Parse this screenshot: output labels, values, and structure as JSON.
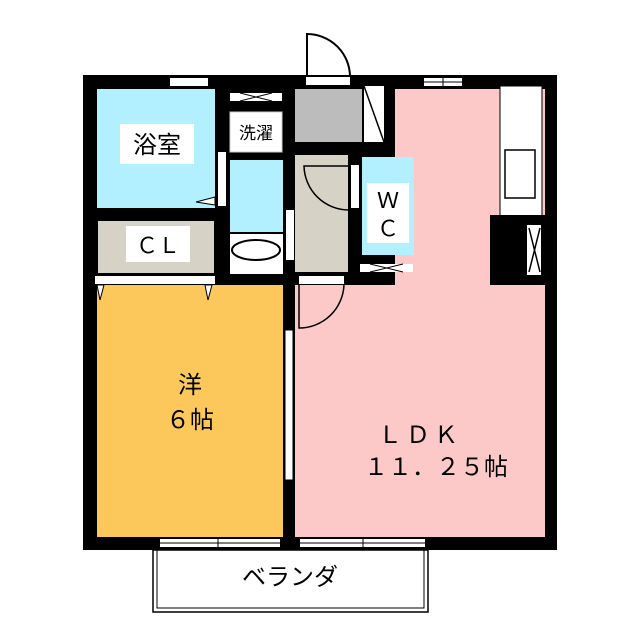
{
  "rooms": {
    "bath": {
      "label": "浴室",
      "color": "#b3f0ff"
    },
    "laundry": {
      "label": "洗濯"
    },
    "closet": {
      "label": "ＣＬ",
      "color": "#d6d3c6"
    },
    "wc": {
      "label_line1": "Ｗ",
      "label_line2": "Ｃ",
      "color": "#b3f0ff"
    },
    "western": {
      "label_line1": "洋",
      "label_line2": "６帖",
      "color": "#fcc85c"
    },
    "ldk": {
      "label_line1": "ＬＤＫ",
      "label_line2": "１１．２５帖",
      "color": "#fcc8c8"
    },
    "balcony": {
      "label": "ベランダ"
    },
    "hall": {
      "color": "#bcbcbc"
    },
    "entrance": {
      "color": "#d6d3c6"
    }
  },
  "colors": {
    "wall": "#000000"
  }
}
